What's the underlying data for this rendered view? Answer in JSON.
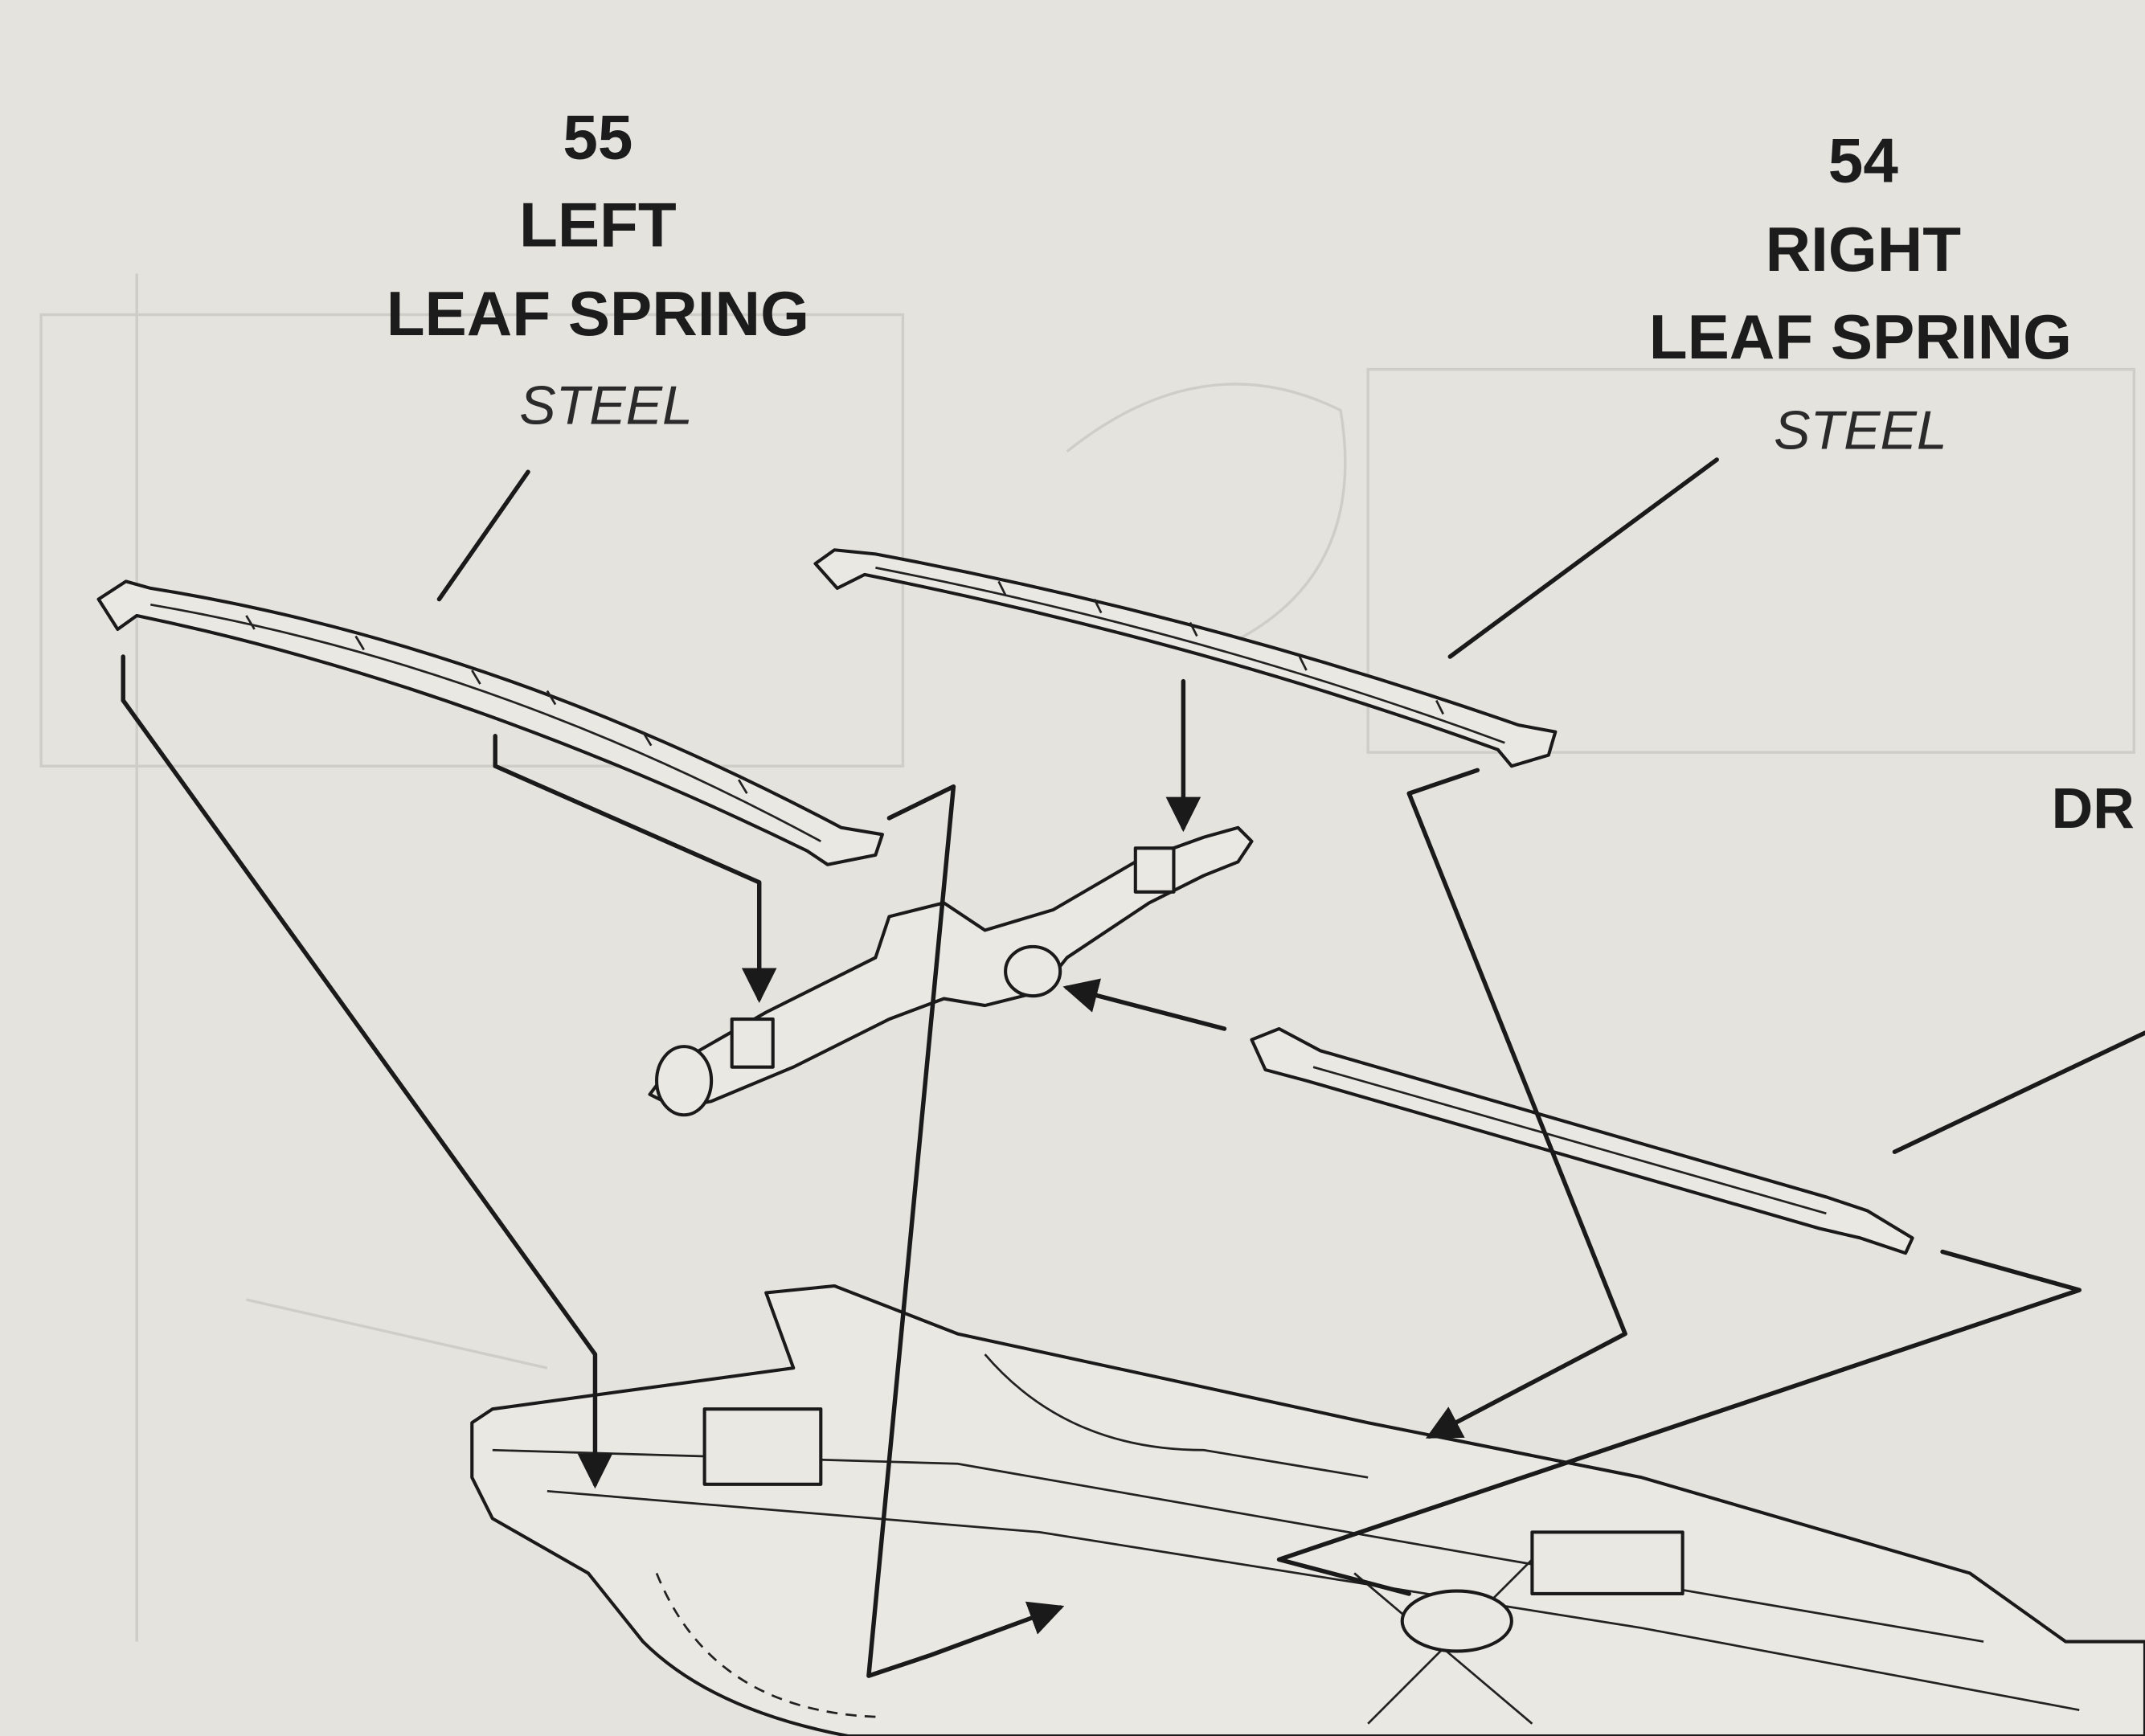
{
  "parts": [
    {
      "number": "55",
      "side": "LEFT",
      "name": "LEAF SPRING",
      "material": "STEEL"
    },
    {
      "number": "54",
      "side": "RIGHT",
      "name": "LEAF SPRING",
      "material": "STEEL"
    }
  ],
  "cutoff_label": "DR",
  "colors": {
    "paper": "#e4e3de",
    "ink": "#1c1c1c"
  }
}
